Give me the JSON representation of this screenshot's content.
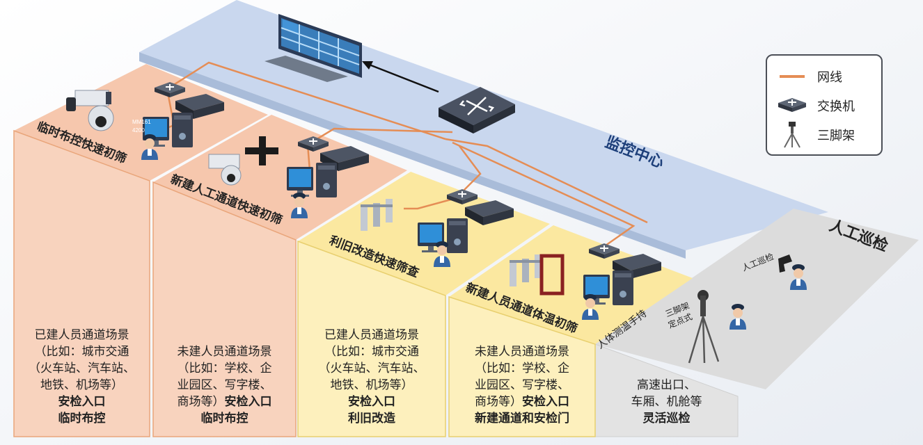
{
  "colors": {
    "orange_zone": "#f6c7ad",
    "yellow_zone": "#fbe8a0",
    "center_zone": "#c9d7ee",
    "gray_zone": "#dcdcdc",
    "network_line": "#e58d55",
    "edge_line": "#e9a57a"
  },
  "legend": {
    "items": [
      {
        "icon": "network-line-icon",
        "label": "网线"
      },
      {
        "icon": "switch-icon",
        "label": "交换机"
      },
      {
        "icon": "tripod-icon",
        "label": "三脚架"
      }
    ]
  },
  "zones": {
    "center": "监控中心",
    "patrol": "人工巡检",
    "z1": "临时布控快速初筛",
    "z2": "新建人工通道快速初筛",
    "z3": "利旧改造快速筛查",
    "z4": "新建人员通道体温初筛",
    "z5": "人体测温手持"
  },
  "device_labels": {
    "model": "MM161",
    "number": "4200",
    "manual_patrol": "人工巡检",
    "tripod_fixed_line1": "三脚架",
    "tripod_fixed_line2": "定点式"
  },
  "boxes": [
    {
      "lines": [
        "已建人员通道场景",
        "（比如：城市交通",
        "（火车站、汽车站、",
        "地铁、机场等）"
      ],
      "bold": [
        "安检入口",
        "临时布控"
      ]
    },
    {
      "lines": [
        "未建人员通道场景",
        "（比如：学校、企",
        "业园区、写字楼、"
      ],
      "mixed": [
        "商场等）",
        "安检入口"
      ],
      "bold": [
        "临时布控"
      ]
    },
    {
      "lines": [
        "已建人员通道场景",
        "（比如：城市交通",
        "（火车站、汽车站、",
        "地铁、机场等）"
      ],
      "bold": [
        "安检入口",
        "利旧改造"
      ]
    },
    {
      "lines": [
        "未建人员通道场景",
        "（比如：学校、企",
        "业园区、写字楼、"
      ],
      "mixed": [
        "商场等）",
        "安检入口"
      ],
      "bold": [
        "新建通道和安检门"
      ]
    },
    {
      "lines": [
        "高速出口、",
        "车厢、机舱等"
      ],
      "bold": [
        "灵活巡检"
      ]
    }
  ]
}
